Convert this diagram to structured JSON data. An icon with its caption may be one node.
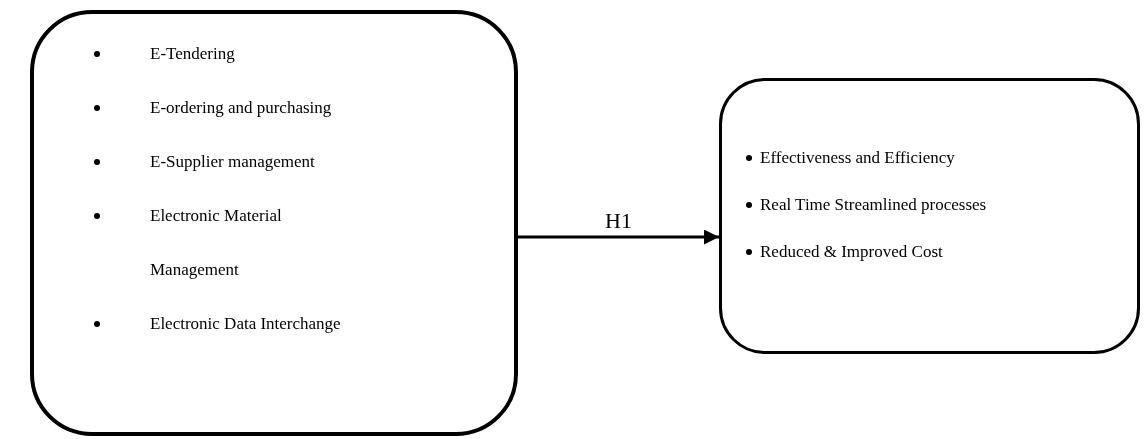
{
  "diagram": {
    "nodes": [
      {
        "text": [
          "E-Tendering",
          "E-ordering and purchasing",
          "E-Supplier management",
          "Electronic Material Management",
          "Electronic Data Interchange"
        ]
      },
      {
        "text": [
          "Effectiveness and Efficiency",
          "Real Time Streamlined processes",
          "Reduced & Improved Cost"
        ]
      }
    ],
    "edges": [
      {
        "from": 0,
        "to": 1,
        "arrow": "to",
        "label": "H1"
      }
    ]
  }
}
